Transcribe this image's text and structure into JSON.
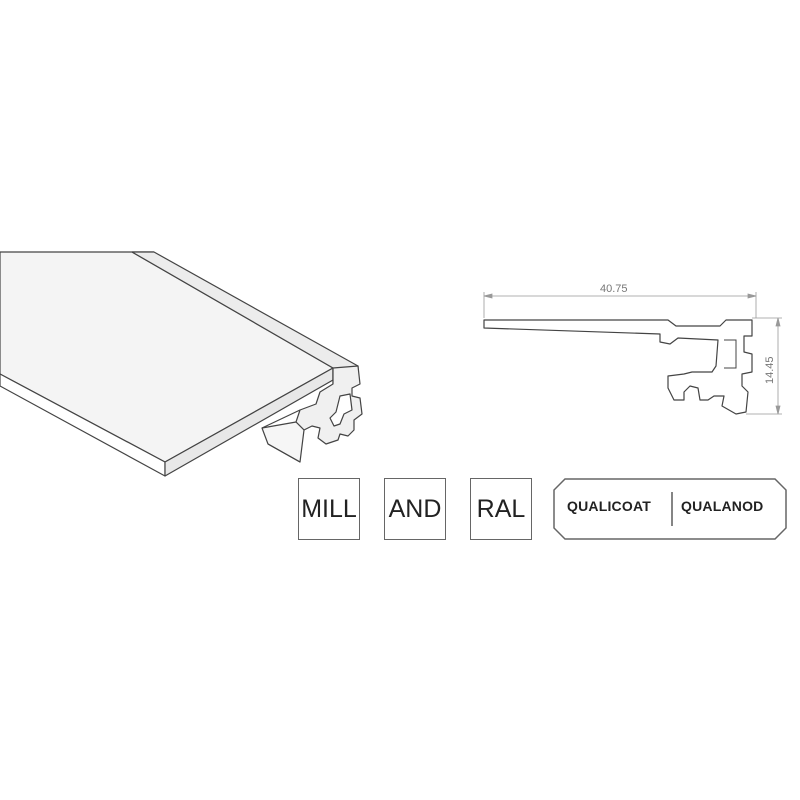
{
  "finishes": {
    "mill": "MILL",
    "and": "AND",
    "ral": "RAL"
  },
  "certifications": {
    "left": "QUALICOAT",
    "right": "QUALANOD"
  },
  "dimensions": {
    "width": "40.75",
    "height": "14.45"
  }
}
